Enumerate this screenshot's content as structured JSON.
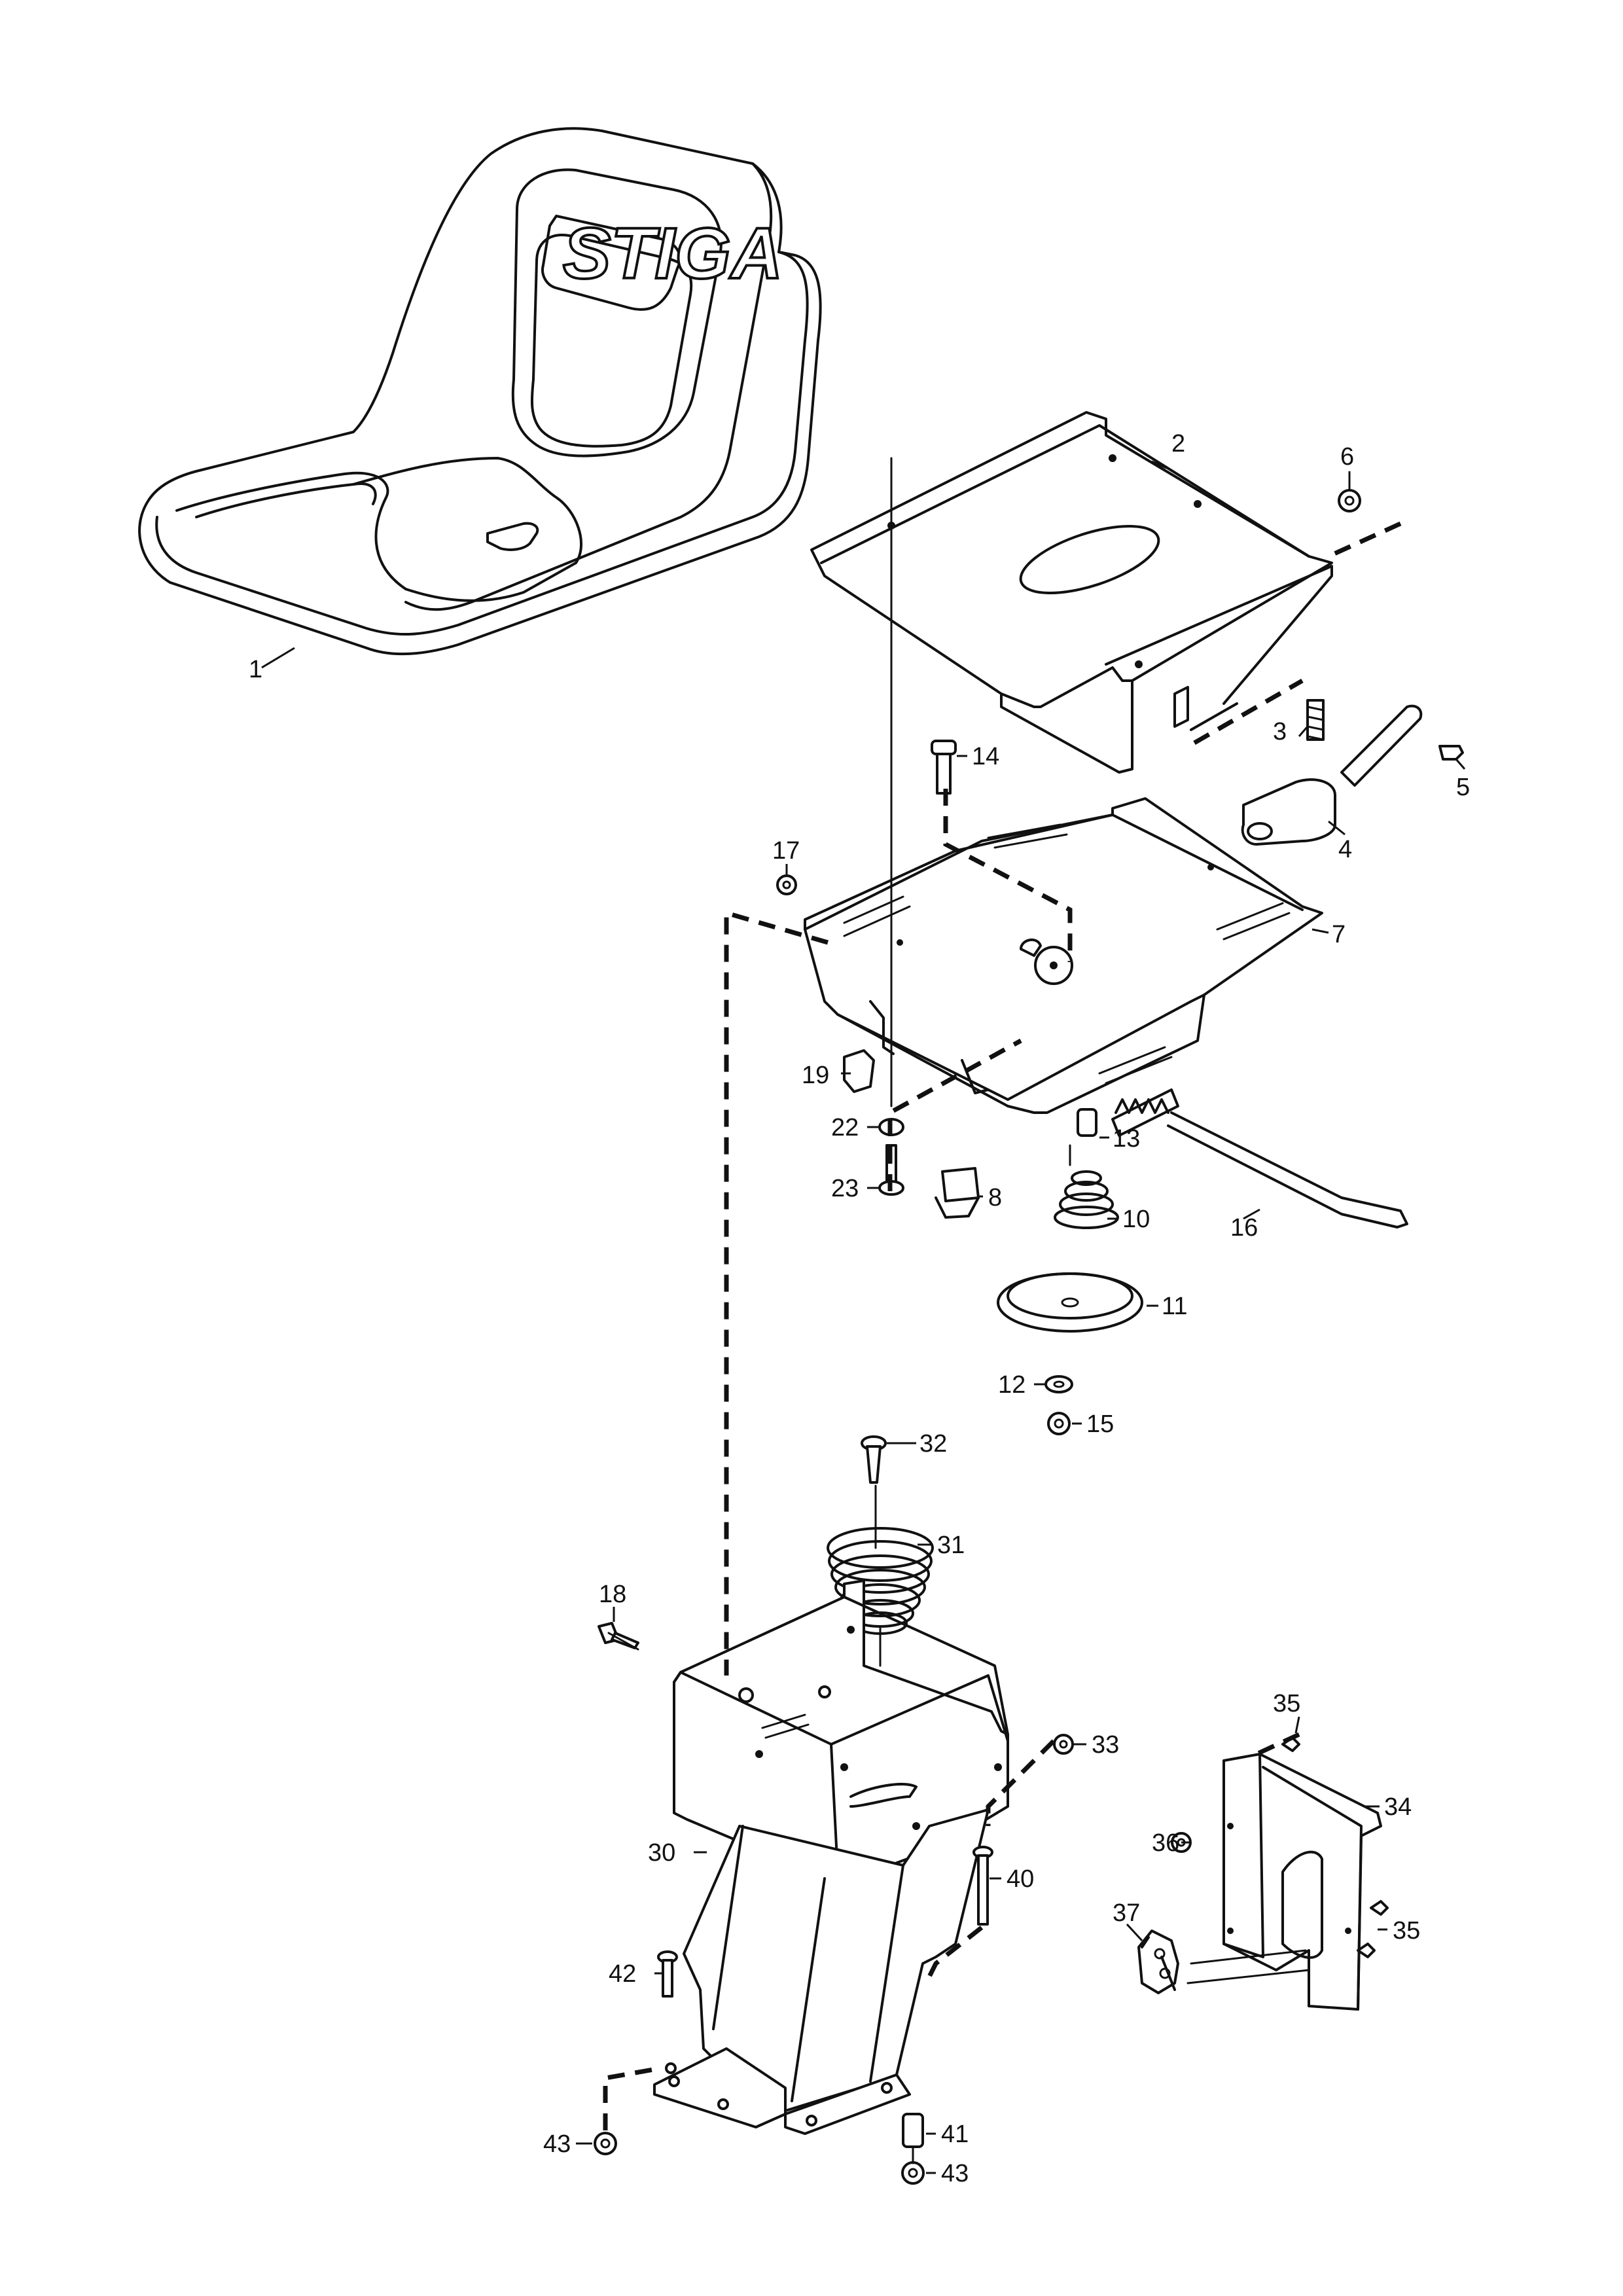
{
  "logo": {
    "text": "STIGA"
  },
  "callouts": [
    {
      "id": "c1",
      "text": "1"
    },
    {
      "id": "c2",
      "text": "2"
    },
    {
      "id": "c3",
      "text": "3"
    },
    {
      "id": "c4",
      "text": "4"
    },
    {
      "id": "c5",
      "text": "5"
    },
    {
      "id": "c6",
      "text": "6"
    },
    {
      "id": "c7",
      "text": "7"
    },
    {
      "id": "c8",
      "text": "8"
    },
    {
      "id": "c10",
      "text": "10"
    },
    {
      "id": "c11",
      "text": "11"
    },
    {
      "id": "c12",
      "text": "12"
    },
    {
      "id": "c13",
      "text": "13"
    },
    {
      "id": "c14",
      "text": "14"
    },
    {
      "id": "c15",
      "text": "15"
    },
    {
      "id": "c16",
      "text": "16"
    },
    {
      "id": "c17",
      "text": "17"
    },
    {
      "id": "c18",
      "text": "18"
    },
    {
      "id": "c19",
      "text": "19"
    },
    {
      "id": "c22",
      "text": "22"
    },
    {
      "id": "c23",
      "text": "23"
    },
    {
      "id": "c30",
      "text": "30"
    },
    {
      "id": "c31",
      "text": "31"
    },
    {
      "id": "c32",
      "text": "32"
    },
    {
      "id": "c33",
      "text": "33"
    },
    {
      "id": "c34",
      "text": "34"
    },
    {
      "id": "c35a",
      "text": "35"
    },
    {
      "id": "c35b",
      "text": "35"
    },
    {
      "id": "c36",
      "text": "36"
    },
    {
      "id": "c37",
      "text": "37"
    },
    {
      "id": "c40",
      "text": "40"
    },
    {
      "id": "c41",
      "text": "41"
    },
    {
      "id": "c42",
      "text": "42"
    },
    {
      "id": "c43a",
      "text": "43"
    },
    {
      "id": "c43b",
      "text": "43"
    }
  ]
}
